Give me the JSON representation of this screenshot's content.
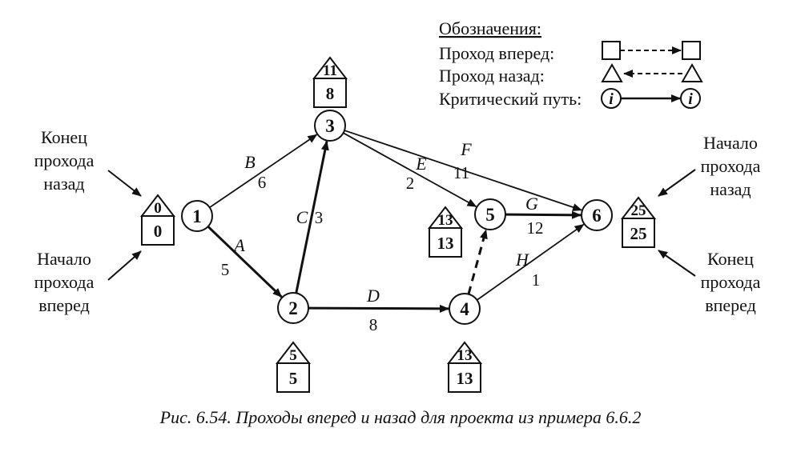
{
  "nodes": [
    {
      "id": "1",
      "label": "1"
    },
    {
      "id": "2",
      "label": "2"
    },
    {
      "id": "3",
      "label": "3"
    },
    {
      "id": "4",
      "label": "4"
    },
    {
      "id": "5",
      "label": "5"
    },
    {
      "id": "6",
      "label": "6"
    }
  ],
  "activities": [
    {
      "name": "A",
      "from": "1",
      "to": "2",
      "duration": "5"
    },
    {
      "name": "B",
      "from": "1",
      "to": "3",
      "duration": "6"
    },
    {
      "name": "C",
      "from": "2",
      "to": "3",
      "duration": "3"
    },
    {
      "name": "D",
      "from": "2",
      "to": "4",
      "duration": "8"
    },
    {
      "name": "E",
      "from": "3",
      "to": "5",
      "duration": "2"
    },
    {
      "name": "F",
      "from": "3",
      "to": "6",
      "duration": "11"
    },
    {
      "name": "G",
      "from": "5",
      "to": "6",
      "duration": "12"
    },
    {
      "name": "H",
      "from": "4",
      "to": "6",
      "duration": "1"
    }
  ],
  "dummy": {
    "from": "4",
    "to": "5"
  },
  "markers": [
    {
      "node": "1",
      "triangle": "0",
      "square": "0"
    },
    {
      "node": "2",
      "triangle": "5",
      "square": "5"
    },
    {
      "node": "3",
      "triangle": "11",
      "square": "8"
    },
    {
      "node": "4",
      "triangle": "13",
      "square": "13"
    },
    {
      "node": "5",
      "triangle": "13",
      "square": "13"
    },
    {
      "node": "6",
      "triangle": "25",
      "square": "25"
    }
  ],
  "side_labels": {
    "left_top": [
      "Конец",
      "прохода",
      "назад"
    ],
    "left_bottom": [
      "Начало",
      "прохода",
      "вперед"
    ],
    "right_top": [
      "Начало",
      "прохода",
      "назад"
    ],
    "right_bottom": [
      "Конец",
      "прохода",
      "вперед"
    ]
  },
  "legend": {
    "title": "Обозначения:",
    "forward": "Проход вперед:",
    "backward": "Проход назад:",
    "critical": "Критический путь:",
    "node_symbol": "i"
  },
  "caption": "Рис. 6.54. Проходы вперед и назад для проекта из примера 6.6.2"
}
